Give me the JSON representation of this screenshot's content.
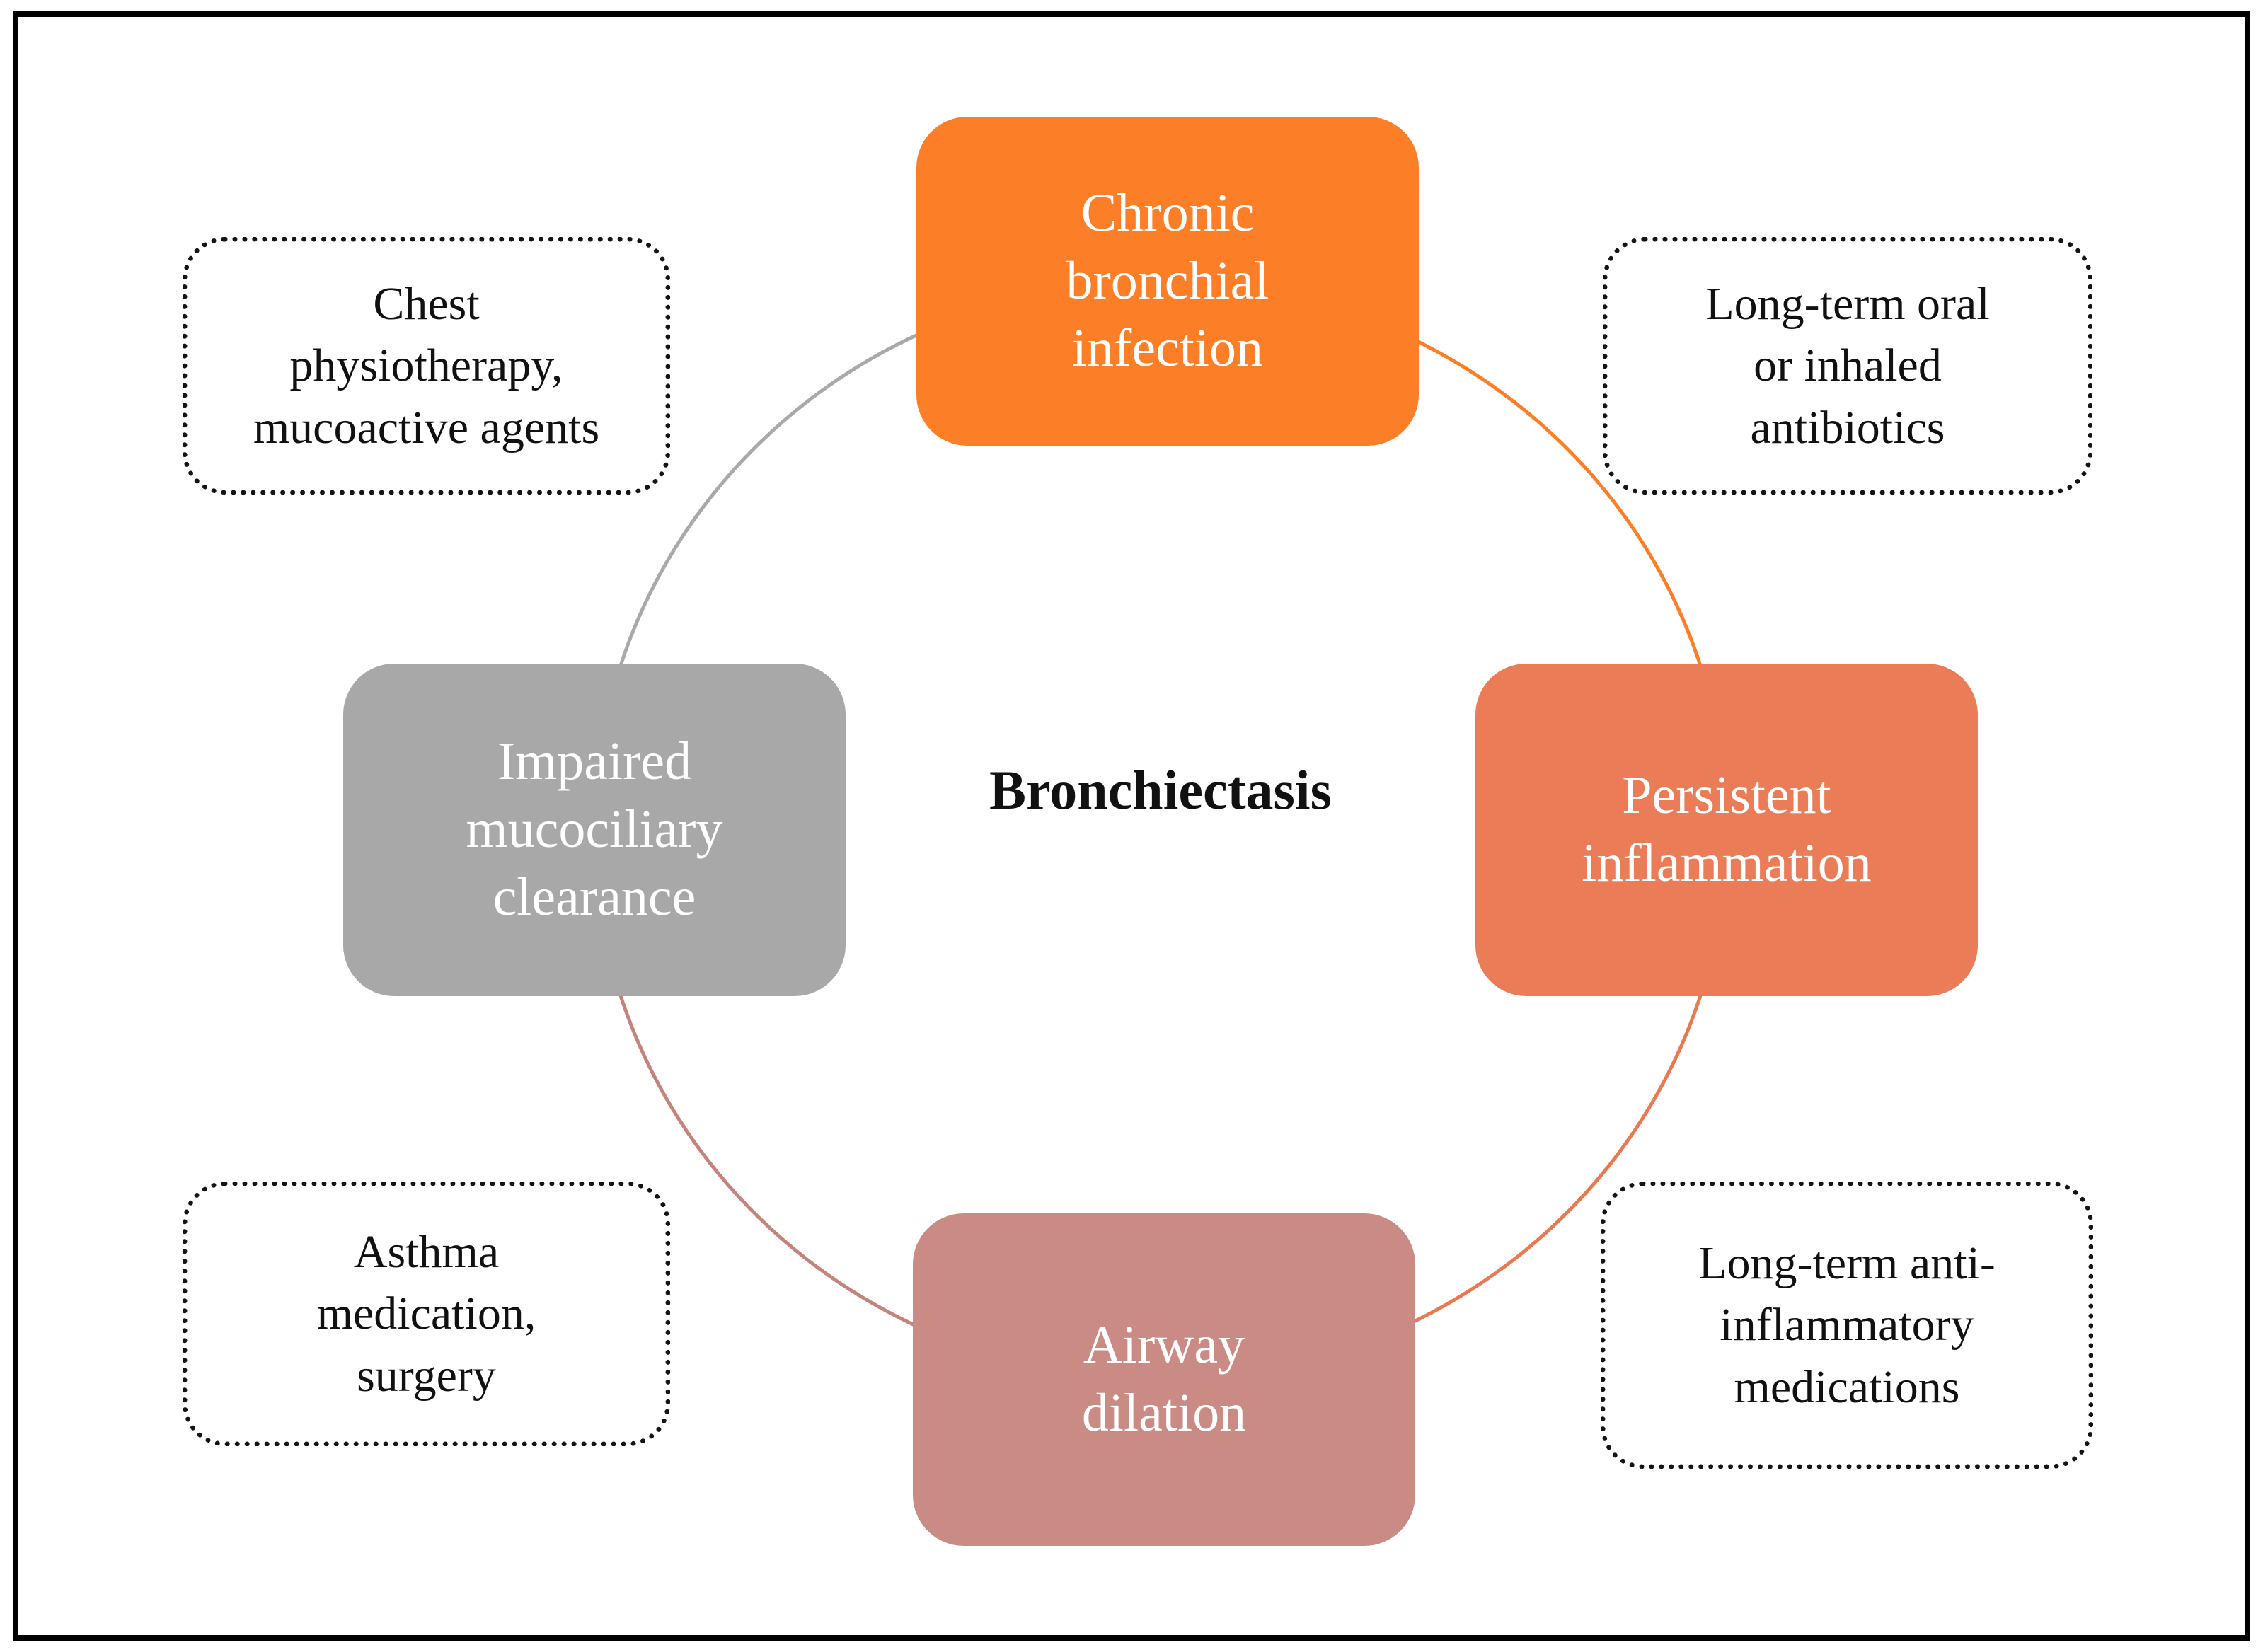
{
  "figure": {
    "center_label": "Bronchiectasis",
    "cycle": [
      {
        "name": "chronic-bronchial-infection",
        "label": "Chronic\nbronchial\ninfection",
        "color": "#FC7E27"
      },
      {
        "name": "persistent-inflammation",
        "label": "Persistent\ninflammation",
        "color": "#EA7D57"
      },
      {
        "name": "airway-dilation",
        "label": "Airway\ndilation",
        "color": "#CB8B85"
      },
      {
        "name": "impaired-mucociliary-clearance",
        "label": "Impaired\nmucociliary\nclearance",
        "color": "#A8A8A8"
      }
    ],
    "treatments": [
      {
        "name": "chest-physiotherapy-mucoactive-agents",
        "label": "Chest\nphysiotherapy,\nmucoactive agents"
      },
      {
        "name": "long-term-oral-or-inhaled-antibiotics",
        "label": "Long-term oral\nor inhaled\nantibiotics"
      },
      {
        "name": "asthma-medication-surgery",
        "label": "Asthma\nmedication,\nsurgery"
      },
      {
        "name": "long-term-anti-inflammatory-medications",
        "label": "Long-term anti-\ninflammatory\nmedications"
      }
    ],
    "arc_colors": {
      "left_to_top": "#A9A9A9",
      "top_to_right": "#FC7E27",
      "right_to_bottom": "#E87950",
      "bottom_to_left": "#C4837C"
    },
    "border_color": "#000000",
    "text_color": "#111111",
    "node_text_color": "#FFFFFF"
  }
}
